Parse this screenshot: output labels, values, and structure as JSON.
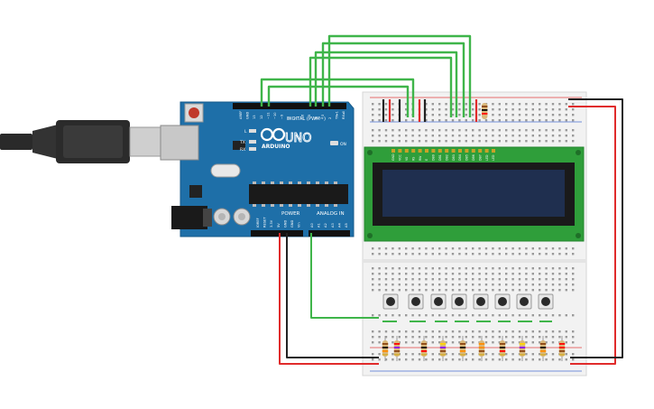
{
  "arduino": {
    "brand": "ARDUINO",
    "model": "UNO",
    "digital_label": "DIGITAL (PWM~)",
    "power_label": "POWER",
    "analog_label": "ANALOG IN",
    "on_label": "ON",
    "l_label": "L",
    "tx_label": "TX",
    "rx_label": "RX",
    "digital_pins": [
      "AREF",
      "GND",
      "13",
      "12",
      "~11",
      "~10",
      "~9",
      "8",
      "7",
      "~6",
      "~5",
      "4",
      "~3",
      "2",
      "TX▸1",
      "RX◂0"
    ],
    "power_pins": [
      "IOREF",
      "RESET",
      "3.3V",
      "5V",
      "GND",
      "GND",
      "Vin"
    ],
    "analog_pins": [
      "A0",
      "A1",
      "A2",
      "A3",
      "A4",
      "A5"
    ]
  },
  "lcd": {
    "pin_labels": [
      "GND",
      "VCC",
      "V0",
      "RS",
      "RW",
      "E",
      "DB0",
      "DB1",
      "DB2",
      "DB3",
      "DB4",
      "DB5",
      "DB6",
      "DB7",
      "LED",
      "LED"
    ]
  },
  "colors": {
    "wire_green": "#3fb54a",
    "wire_red": "#e02b2b",
    "wire_black": "#222222",
    "board": "#1e6fa8",
    "lcd_frame": "#2f9e3a",
    "lcd_screen": "#1f2f4f",
    "breadboard": "#f2f2f2",
    "cable": "#2a2a2a"
  },
  "icons": [
    "usb-plug-icon",
    "arduino-infinity-logo-icon",
    "reset-button-icon",
    "push-button-icon",
    "resistor-icon"
  ]
}
